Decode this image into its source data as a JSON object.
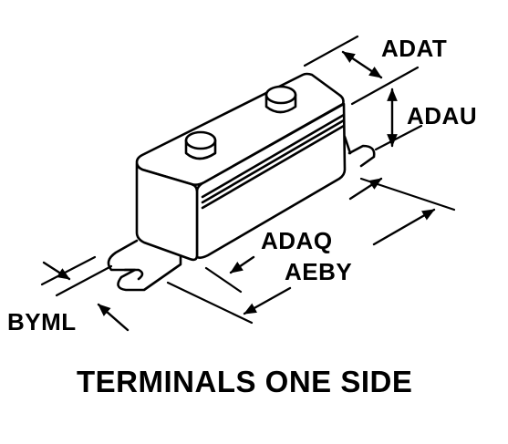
{
  "labels": {
    "adat": "ADAT",
    "adau": "ADAU",
    "adaq": "ADAQ",
    "aeby": "AEBY",
    "byml": "BYML"
  },
  "caption": "TERMINALS ONE SIDE",
  "colors": {
    "ink": "#000000",
    "paper": "#ffffff"
  }
}
